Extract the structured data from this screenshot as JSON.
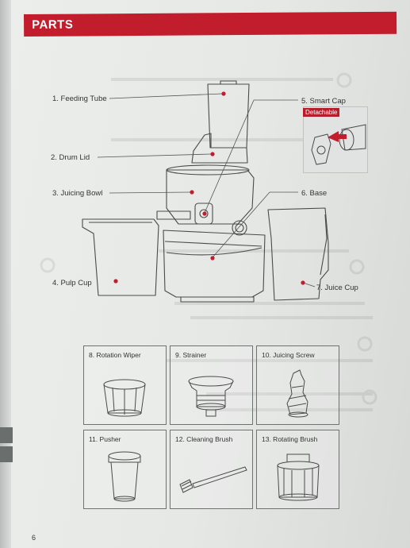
{
  "header": {
    "title": "PARTS"
  },
  "inset": {
    "detachable": "Detachable"
  },
  "labels": {
    "feeding_tube": "1. Feeding Tube",
    "drum_lid": "2. Drum Lid",
    "juicing_bowl": "3. Juicing Bowl",
    "pulp_cup": "4. Pulp Cup",
    "smart_cap": "5. Smart Cap",
    "base": "6. Base",
    "juice_cup": "7. Juice Cup"
  },
  "boxes": {
    "rotation_wiper": "8. Rotation Wiper",
    "strainer": "9. Strainer",
    "juicing_screw": "10. Juicing Screw",
    "pusher": "11. Pusher",
    "cleaning_brush": "12. Cleaning Brush",
    "rotating_brush": "13. Rotating Brush"
  },
  "footer": {
    "page_number": "6"
  },
  "colors": {
    "accent": "#c21d2d",
    "marker": "#c21d2d",
    "line": "#555555"
  }
}
